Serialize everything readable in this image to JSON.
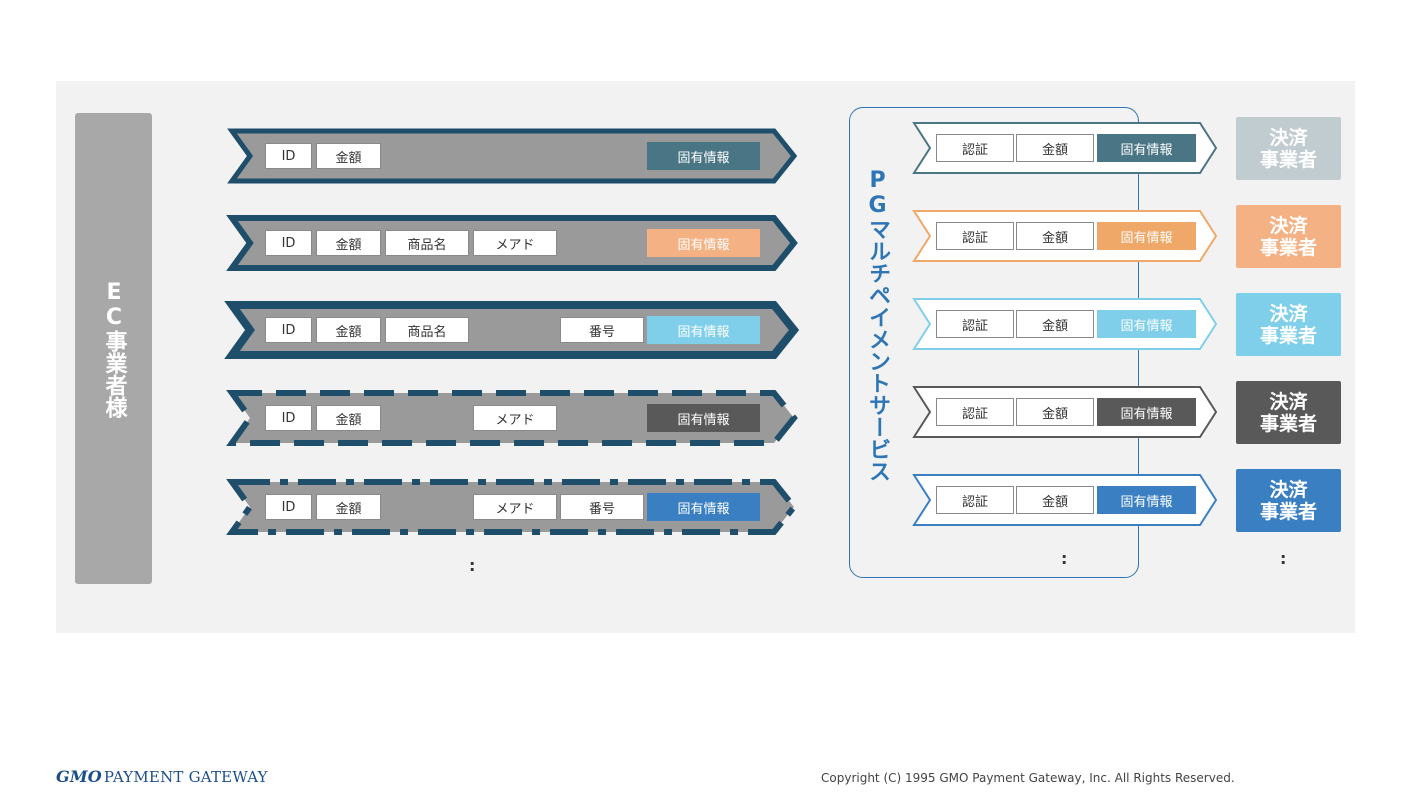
{
  "ec_label": "EC事業者様",
  "pg_label": "PGマルチペイメントサービス",
  "left_rows": [
    {
      "border": "solid",
      "info_color": "#4a7584",
      "chips": [
        {
          "text": "ID",
          "slot": 0
        },
        {
          "text": "金額",
          "slot": 1
        }
      ],
      "info": "固有情報"
    },
    {
      "border": "wavy",
      "info_color": "#f4b183",
      "chips": [
        {
          "text": "ID",
          "slot": 0
        },
        {
          "text": "金額",
          "slot": 1
        },
        {
          "text": "商品名",
          "slot": 2
        },
        {
          "text": "メアド",
          "slot": 3
        }
      ],
      "info": "固有情報"
    },
    {
      "border": "thick",
      "info_color": "#7fcfea",
      "chips": [
        {
          "text": "ID",
          "slot": 0
        },
        {
          "text": "金額",
          "slot": 1
        },
        {
          "text": "商品名",
          "slot": 2
        },
        {
          "text": "番号",
          "slot": 4
        }
      ],
      "info": "固有情報"
    },
    {
      "border": "dashed",
      "info_color": "#595959",
      "chips": [
        {
          "text": "ID",
          "slot": 0
        },
        {
          "text": "金額",
          "slot": 1
        },
        {
          "text": "メアド",
          "slot": 3
        }
      ],
      "info": "固有情報"
    },
    {
      "border": "dashdot",
      "info_color": "#3a7fc1",
      "chips": [
        {
          "text": "ID",
          "slot": 0
        },
        {
          "text": "金額",
          "slot": 1
        },
        {
          "text": "メアド",
          "slot": 3
        },
        {
          "text": "番号",
          "slot": 4
        }
      ],
      "info": "固有情報"
    }
  ],
  "right_rows": [
    {
      "color": "#4a7584",
      "chips": [
        "認証",
        "金額"
      ],
      "info": "固有情報",
      "biz_line1": "決済",
      "biz_line2": "事業者",
      "biz_color": "#c1ccd1"
    },
    {
      "color": "#f0a868",
      "chips": [
        "認証",
        "金額"
      ],
      "info": "固有情報",
      "biz_line1": "決済",
      "biz_line2": "事業者",
      "biz_color": "#f4b183"
    },
    {
      "color": "#7fcfea",
      "chips": [
        "認証",
        "金額"
      ],
      "info": "固有情報",
      "biz_line1": "決済",
      "biz_line2": "事業者",
      "biz_color": "#7fcfea"
    },
    {
      "color": "#595959",
      "chips": [
        "認証",
        "金額"
      ],
      "info": "固有情報",
      "biz_line1": "決済",
      "biz_line2": "事業者",
      "biz_color": "#595959"
    },
    {
      "color": "#3a7fc1",
      "chips": [
        "認証",
        "金額"
      ],
      "info": "固有情報",
      "biz_line1": "決済",
      "biz_line2": "事業者",
      "biz_color": "#3a7fc1"
    }
  ],
  "ellipsis": ":",
  "footer": {
    "logo_gmo": "GMO",
    "logo_rest": "PAYMENT GATEWAY",
    "copyright": "Copyright (C) 1995 GMO Payment Gateway, Inc. All Rights Reserved."
  }
}
